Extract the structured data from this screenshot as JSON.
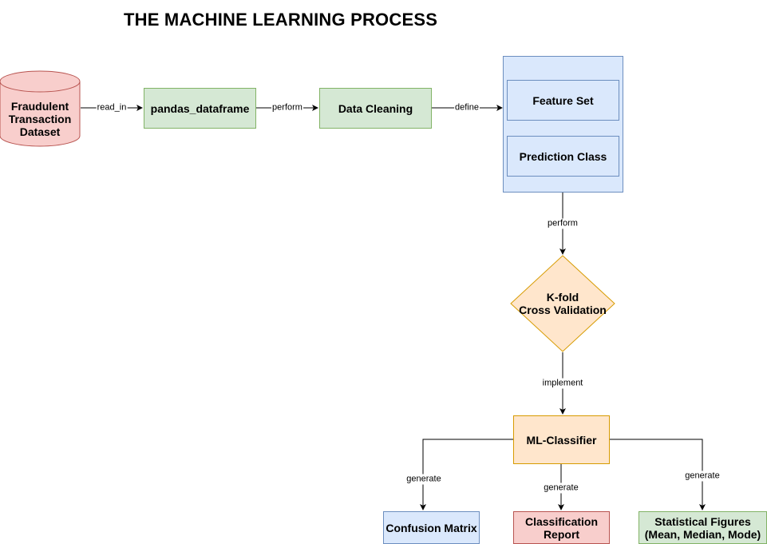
{
  "title": "THE MACHINE LEARNING PROCESS",
  "nodes": {
    "dataset": "Fraudulent\nTransaction\nDataset",
    "pandas": "pandas_dataframe",
    "cleaning": "Data Cleaning",
    "feature_set": "Feature Set",
    "prediction_class": "Prediction Class",
    "kfold": "K-fold\nCross Validation",
    "classifier": "ML-Classifier",
    "confusion": "Confusion Matrix",
    "report": "Classification\nReport",
    "stats": "Statistical Figures\n(Mean, Median, Mode)"
  },
  "edges": {
    "read_in": "read_in",
    "perform1": "perform",
    "define": "define",
    "perform2": "perform",
    "implement": "implement",
    "generate_left": "generate",
    "generate_mid": "generate",
    "generate_right": "generate"
  },
  "colors": {
    "green_fill": "#d5e8d4",
    "green_stroke": "#82b366",
    "blue_fill": "#dae8fc",
    "blue_stroke": "#6c8ebf",
    "orange_fill": "#ffe6cc",
    "orange_stroke": "#d79b00",
    "red_fill": "#f8cecc",
    "red_stroke": "#b85450"
  }
}
